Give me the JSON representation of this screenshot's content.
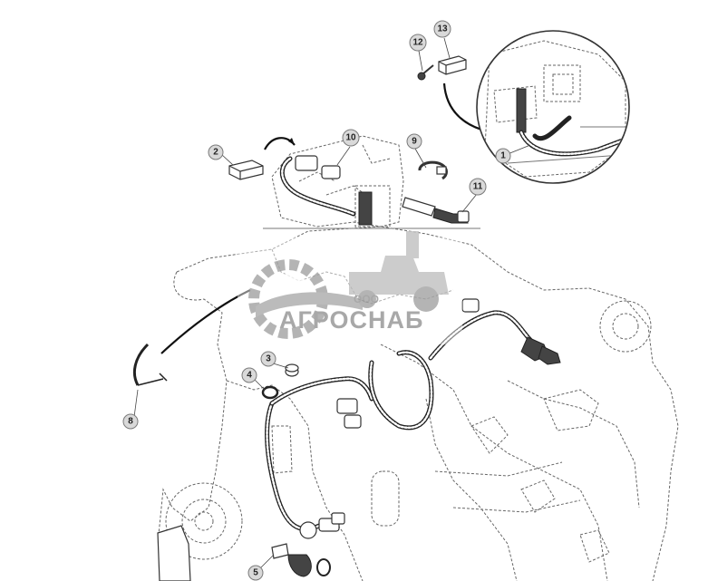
{
  "callouts": [
    {
      "label": "1"
    },
    {
      "label": "2"
    },
    {
      "label": "3"
    },
    {
      "label": "4"
    },
    {
      "label": "5"
    },
    {
      "label": "8"
    },
    {
      "label": "9"
    },
    {
      "label": "10"
    },
    {
      "label": "11"
    },
    {
      "label": "12"
    },
    {
      "label": "13"
    }
  ],
  "watermark": {
    "small": "ООО",
    "brand": "АГРОСНАБ"
  }
}
